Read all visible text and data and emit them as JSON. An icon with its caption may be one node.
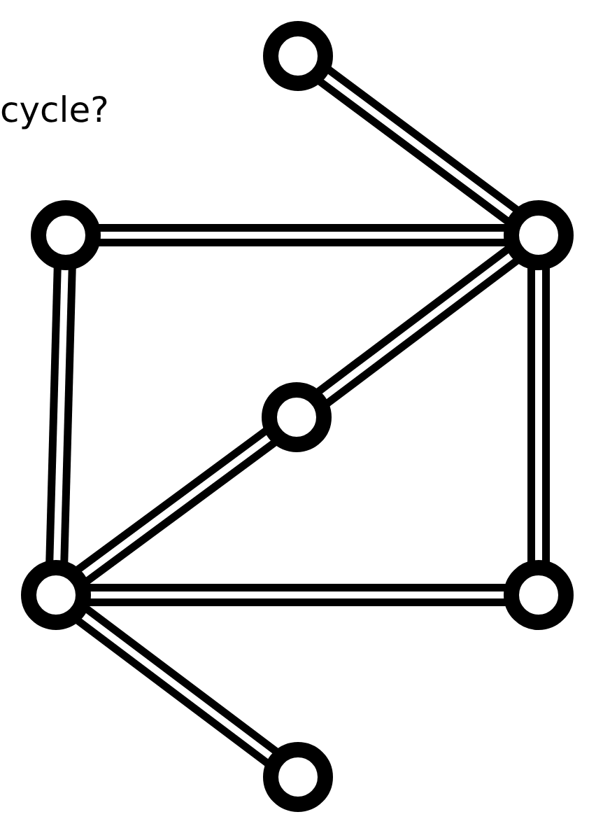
{
  "diagram": {
    "nodes": [
      {
        "text": [],
        "shape": "circle"
      },
      {
        "text": [],
        "shape": "circle"
      },
      {
        "text": [],
        "shape": "circle"
      },
      {
        "text": [],
        "shape": "circle"
      },
      {
        "text": [],
        "shape": "circle"
      },
      {
        "text": [],
        "shape": "circle"
      },
      {
        "text": [],
        "shape": "circle"
      }
    ],
    "edges": [
      {
        "from": 0,
        "to": 2,
        "arrow": "none"
      },
      {
        "from": 1,
        "to": 2,
        "arrow": "none"
      },
      {
        "from": 1,
        "to": 4,
        "arrow": "none"
      },
      {
        "from": 2,
        "to": 5,
        "arrow": "none"
      },
      {
        "from": 2,
        "to": 3,
        "arrow": "none"
      },
      {
        "from": 3,
        "to": 4,
        "arrow": "none"
      },
      {
        "from": 4,
        "to": 5,
        "arrow": "none"
      },
      {
        "from": 4,
        "to": 6,
        "arrow": "none"
      }
    ],
    "labels": [
      "cycle?"
    ]
  }
}
